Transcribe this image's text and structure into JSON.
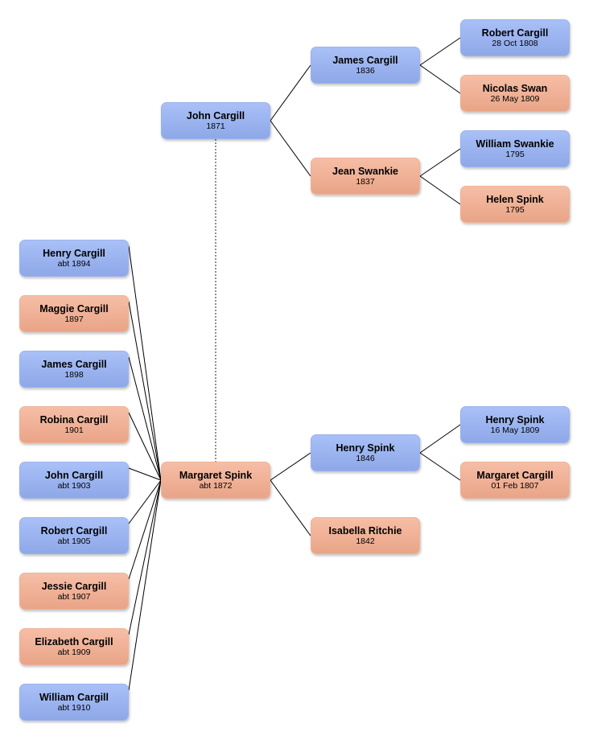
{
  "colors": {
    "male": "#9bb3ef",
    "female": "#f0b196",
    "line": "#000000",
    "dotted": "#555555"
  },
  "people": {
    "john_cargill_1871": {
      "name": "John Cargill",
      "year": "1871",
      "sex": "male"
    },
    "margaret_spink_1872": {
      "name": "Margaret Spink",
      "year": "abt 1872",
      "sex": "female"
    },
    "james_cargill_1836": {
      "name": "James Cargill",
      "year": "1836",
      "sex": "male"
    },
    "jean_swankie": {
      "name": "Jean Swankie",
      "year": "1837",
      "sex": "female"
    },
    "robert_cargill_1808": {
      "name": "Robert Cargill",
      "year": "28 Oct 1808",
      "sex": "male"
    },
    "nicolas_swan": {
      "name": "Nicolas Swan",
      "year": "26 May 1809",
      "sex": "female"
    },
    "william_swankie": {
      "name": "William Swankie",
      "year": "1795",
      "sex": "male"
    },
    "helen_spink": {
      "name": "Helen Spink",
      "year": "1795",
      "sex": "female"
    },
    "henry_spink_1846": {
      "name": "Henry Spink",
      "year": "1846",
      "sex": "male"
    },
    "isabella_ritchie": {
      "name": "Isabella Ritchie",
      "year": "1842",
      "sex": "female"
    },
    "henry_spink_1809": {
      "name": "Henry Spink",
      "year": "16 May 1809",
      "sex": "male"
    },
    "margaret_cargill_1807": {
      "name": "Margaret Cargill",
      "year": "01 Feb 1807",
      "sex": "female"
    },
    "henry_cargill": {
      "name": "Henry Cargill",
      "year": "abt 1894",
      "sex": "male"
    },
    "maggie_cargill": {
      "name": "Maggie Cargill",
      "year": "1897",
      "sex": "female"
    },
    "james_cargill_1898": {
      "name": "James Cargill",
      "year": "1898",
      "sex": "male"
    },
    "robina_cargill": {
      "name": "Robina Cargill",
      "year": "1901",
      "sex": "female"
    },
    "john_cargill_1903": {
      "name": "John Cargill",
      "year": "abt 1903",
      "sex": "male"
    },
    "robert_cargill_1905": {
      "name": "Robert Cargill",
      "year": "abt 1905",
      "sex": "male"
    },
    "jessie_cargill": {
      "name": "Jessie Cargill",
      "year": "abt 1907",
      "sex": "female"
    },
    "elizabeth_cargill": {
      "name": "Elizabeth Cargill",
      "year": "abt 1909",
      "sex": "female"
    },
    "william_cargill": {
      "name": "William Cargill",
      "year": "abt 1910",
      "sex": "male"
    }
  },
  "relations": {
    "couple": [
      "john_cargill_1871",
      "margaret_spink_1872"
    ],
    "parents": [
      {
        "child": "john_cargill_1871",
        "father": "james_cargill_1836",
        "mother": "jean_swankie"
      },
      {
        "child": "james_cargill_1836",
        "father": "robert_cargill_1808",
        "mother": "nicolas_swan"
      },
      {
        "child": "jean_swankie",
        "father": "william_swankie",
        "mother": "helen_spink"
      },
      {
        "child": "margaret_spink_1872",
        "father": "henry_spink_1846",
        "mother": "isabella_ritchie"
      },
      {
        "child": "henry_spink_1846",
        "father": "henry_spink_1809",
        "mother": "margaret_cargill_1807"
      }
    ],
    "children": [
      "henry_cargill",
      "maggie_cargill",
      "james_cargill_1898",
      "robina_cargill",
      "john_cargill_1903",
      "robert_cargill_1905",
      "jessie_cargill",
      "elizabeth_cargill",
      "william_cargill"
    ]
  }
}
